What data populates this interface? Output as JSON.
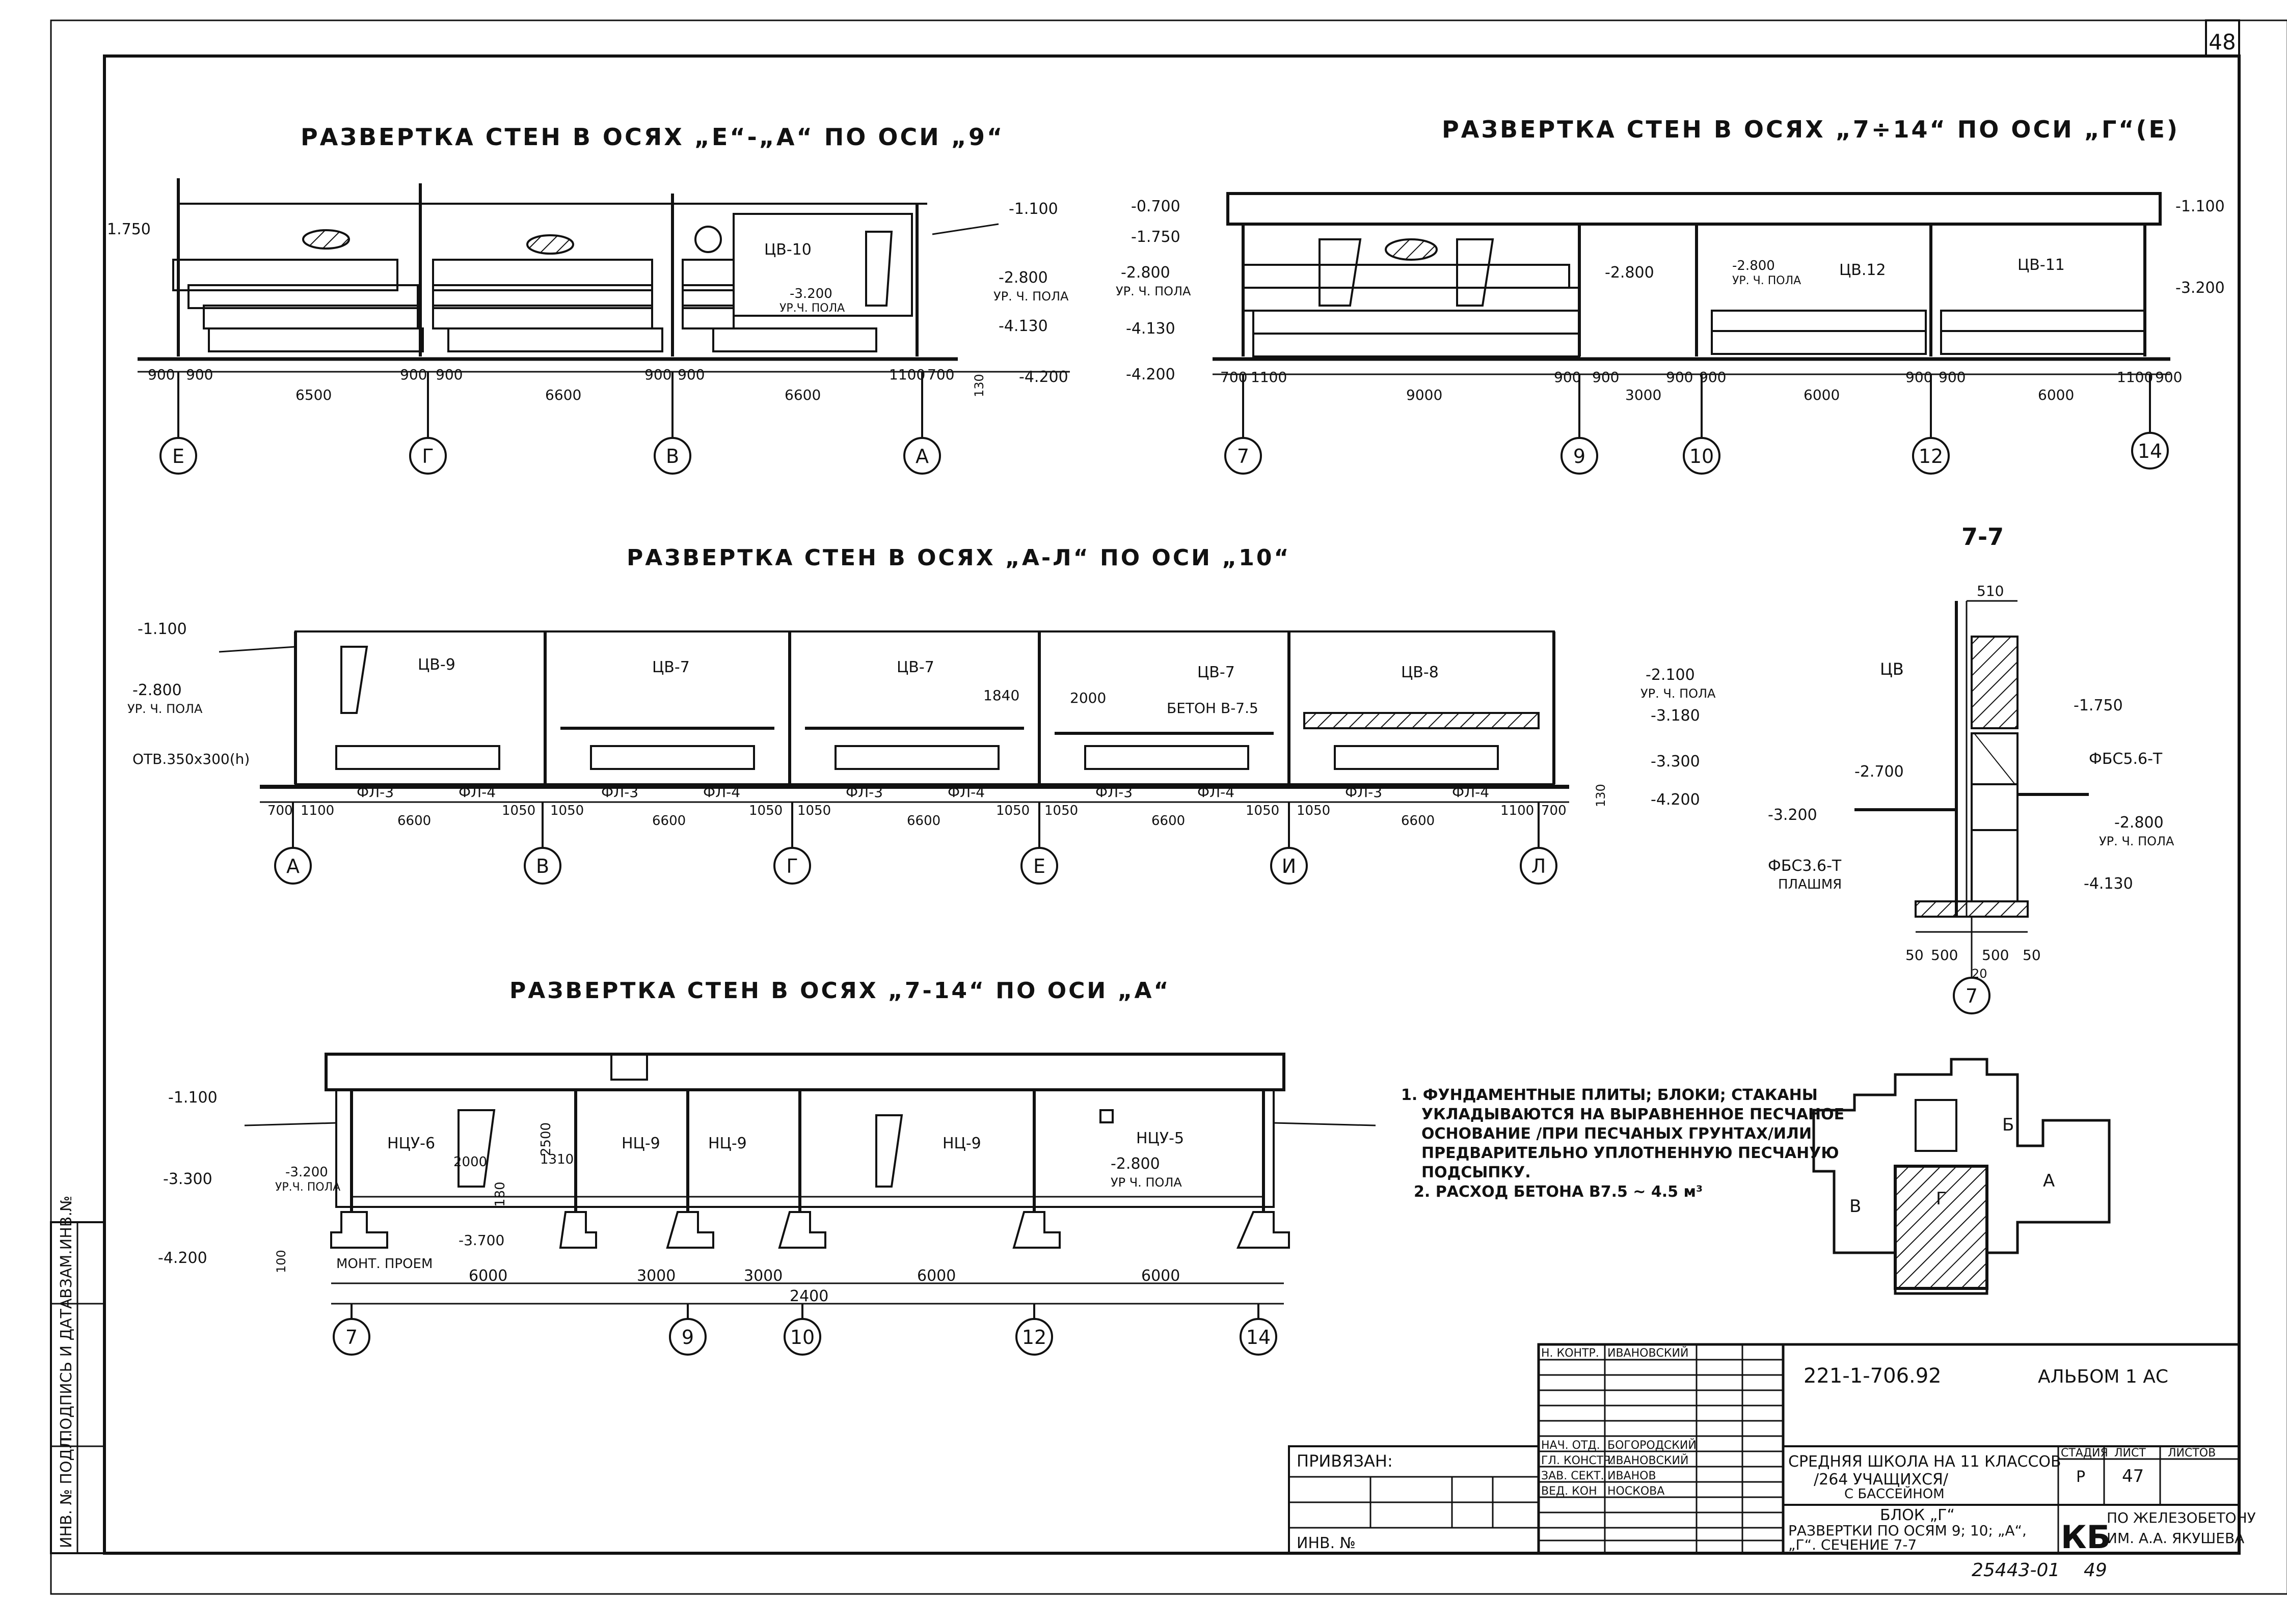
{
  "sheet_number": "48",
  "page_number_bottom": "49",
  "archive_number": "25443-01",
  "views": {
    "v1": {
      "title": "РАЗВЕРТКА СТЕН В ОСЯХ „Е“-„А“ ПО ОСИ „9“",
      "levels": [
        "1.750",
        "-1.100",
        "-2.800",
        "УР. Ч. ПОЛА",
        "-4.130",
        "-4.200",
        "-3.200",
        "УР.Ч. ПОЛА",
        "130"
      ],
      "panel": "ЦВ-10",
      "dims": [
        "900",
        "900",
        "6500",
        "900",
        "900",
        "6600",
        "900",
        "900",
        "6600",
        "1100",
        "700"
      ],
      "axes": [
        "Е",
        "Г",
        "В",
        "А"
      ]
    },
    "v2": {
      "title": "РАЗВЕРТКА СТЕН В ОСЯХ „7÷14“ ПО ОСИ „Г“(Е)",
      "levels": [
        "-0.700",
        "-1.750",
        "-2.800",
        "УР. Ч. ПОЛА",
        "-4.130",
        "-4.200",
        "-2.800",
        "-2.800",
        "УР. Ч. ПОЛА",
        "-1.100",
        "-3.200"
      ],
      "panels": [
        "ЦВ.12",
        "ЦВ-11"
      ],
      "dims": [
        "700",
        "1100",
        "9000",
        "900",
        "900",
        "3000",
        "900",
        "900",
        "6000",
        "900",
        "900",
        "6000",
        "1100",
        "900"
      ],
      "axes": [
        "7",
        "9",
        "10",
        "12",
        "14"
      ]
    },
    "v3": {
      "title": "РАЗВЕРТКА СТЕН В ОСЯХ „А-Л“ ПО ОСИ „10“",
      "levels": [
        "-1.100",
        "-2.800",
        "УР. Ч. ПОЛА",
        "-2.100",
        "УР. Ч. ПОЛА",
        "-3.180",
        "-3.300",
        "-4.200",
        "130"
      ],
      "panels": [
        "ЦВ-9",
        "ЦВ-7",
        "ЦВ-7",
        "ЦВ-7",
        "ЦВ-8"
      ],
      "notes": [
        "1840",
        "2000",
        "БЕТОН В-7.5",
        "ОТВ.350x300(h)"
      ],
      "foundations": [
        "ФЛ-3",
        "ФЛ-4",
        "ФЛ-3",
        "ФЛ-4",
        "ФЛ-3",
        "ФЛ-4",
        "ФЛ-3",
        "ФЛ-4",
        "ФЛ-3",
        "ФЛ-4"
      ],
      "dims": [
        "700",
        "1100",
        "1050",
        "1050",
        "1050",
        "1050",
        "1050",
        "1050",
        "1050",
        "1050",
        "1100",
        "700",
        "6600",
        "6600",
        "6600",
        "6600",
        "6600"
      ],
      "axes": [
        "А",
        "В",
        "Г",
        "Е",
        "И",
        "Л"
      ]
    },
    "v4": {
      "title": "РАЗВЕРТКА СТЕН В ОСЯХ „7-14“ ПО ОСИ „А“",
      "levels": [
        "-1.100",
        "-3.300",
        "-3.200",
        "УР.Ч. ПОЛА",
        "-3.700",
        "-4.200",
        "-2.800",
        "УР Ч. ПОЛА",
        "100"
      ],
      "panels": [
        "НЦУ-6",
        "НЦ-9",
        "НЦ-9",
        "НЦ-9",
        "НЦУ-5"
      ],
      "notes": [
        "2000",
        "2500",
        "1310",
        "180",
        "МОНТ. ПРОЕМ"
      ],
      "dims": [
        "6000",
        "3000",
        "3000",
        "6000",
        "6000",
        "2400"
      ],
      "axes": [
        "7",
        "9",
        "10",
        "12",
        "14"
      ]
    },
    "section": {
      "title": "7-7",
      "labels": [
        "510",
        "ЦВ",
        "-1.750",
        "-2.700",
        "ФБС5.6-Т",
        "-2.800",
        "УР. Ч. ПОЛА",
        "-3.200",
        "ФБС3.6-Т",
        "ПЛАШМЯ",
        "-4.130",
        "50",
        "500",
        "500",
        "50",
        "20",
        "7"
      ]
    }
  },
  "notes": [
    "1. ФУНДАМЕНТНЫЕ ПЛИТЫ; БЛОКИ; СТАКАНЫ",
    "УКЛАДЫВАЮТСЯ НА ВЫРАВНЕННОЕ ПЕСЧАНОЕ",
    "ОСНОВАНИЕ /ПРИ ПЕСЧАНЫХ ГРУНТАХ/ИЛИ",
    "ПРЕДВАРИТЕЛЬНО УПЛОТНЕННУЮ ПЕСЧАНУЮ",
    "ПОДСЫПКУ.",
    "2. РАСХОД БЕТОНА В7.5 ~ 4.5 м³"
  ],
  "keyplan": [
    "Б",
    "Г",
    "В",
    "А"
  ],
  "left_strip": [
    "ИНВ. № ПОДЛ.",
    "ПОДПИСЬ И ДАТА",
    "ВЗАМ.ИНВ.№"
  ],
  "privyazan": {
    "label": "ПРИВЯЗАН:",
    "inv": "ИНВ. №"
  },
  "title_block": {
    "code": "221-1-706.92",
    "album": "АЛЬБОМ 1  АС",
    "roles": [
      "Н. КОНТР.",
      "НАЧ. ОТД.",
      "ГЛ. КОНСТР.",
      "ЗАВ. СЕКТ.",
      "ВЕД. КОН"
    ],
    "names": [
      "ИВАНОВСКИЙ",
      "БОГОРОДСКИЙ",
      "ИВАНОВСКИЙ",
      "ИВАНОВ",
      "НОСКОВА"
    ],
    "project_l1": "СРЕДНЯЯ ШКОЛА НА 11 КЛАССОВ",
    "project_l2": "/264 УЧАЩИХСЯ/",
    "project_l3": "С БАССЕЙНОМ",
    "sheet_l1": "БЛОК „Г“",
    "sheet_l2": "РАЗВЕРТКИ ПО ОСЯМ 9; 10; „А“,",
    "sheet_l3": "„Г“. СЕЧЕНИЕ 7-7",
    "stage_label": "СТАДИЯ",
    "sheet_label": "ЛИСТ",
    "sheets_label": "ЛИСТОВ",
    "stage": "Р",
    "sheet": "47",
    "org_logo": "КБ",
    "org_l1": "ПО ЖЕЛЕЗОБЕТОНУ",
    "org_l2": "ИМ. А.А. ЯКУШЕВА"
  },
  "colors": {
    "ink": "#111111",
    "paper": "#ffffff"
  }
}
